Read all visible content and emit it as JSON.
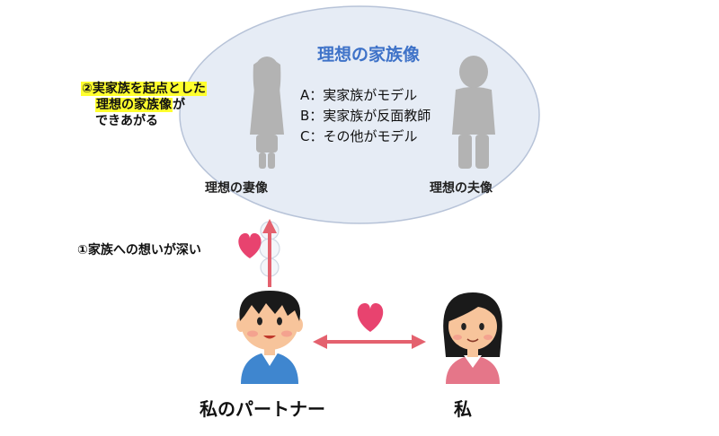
{
  "ideal": {
    "title": "理想の家族像",
    "options": [
      "A：実家族がモデル",
      "B：実家族が反面教師",
      "C：その他がモデル"
    ],
    "wife_label": "理想の妻像",
    "husband_label": "理想の夫像"
  },
  "note2": {
    "line1": "②実家族を起点とした",
    "line2": "理想の家族像",
    "line2_suffix": "が",
    "line3": "できあがる"
  },
  "note1": {
    "text": "①家族への想いが深い"
  },
  "people": {
    "partner_label": "私のパートナー",
    "me_label": "私"
  },
  "colors": {
    "bubble_fill": "#e6ecf5",
    "bubble_stroke": "#b7c3d8",
    "title_blue": "#3e72c8",
    "arrow_red": "#e4616e",
    "heart_pink": "#e8436f",
    "highlight_yellow": "#ffff2e",
    "silhouette_gray": "#b3b3b3"
  },
  "icons": [
    "woman-silhouette-icon",
    "man-silhouette-icon",
    "heart-icon",
    "boy-icon",
    "girl-icon"
  ]
}
